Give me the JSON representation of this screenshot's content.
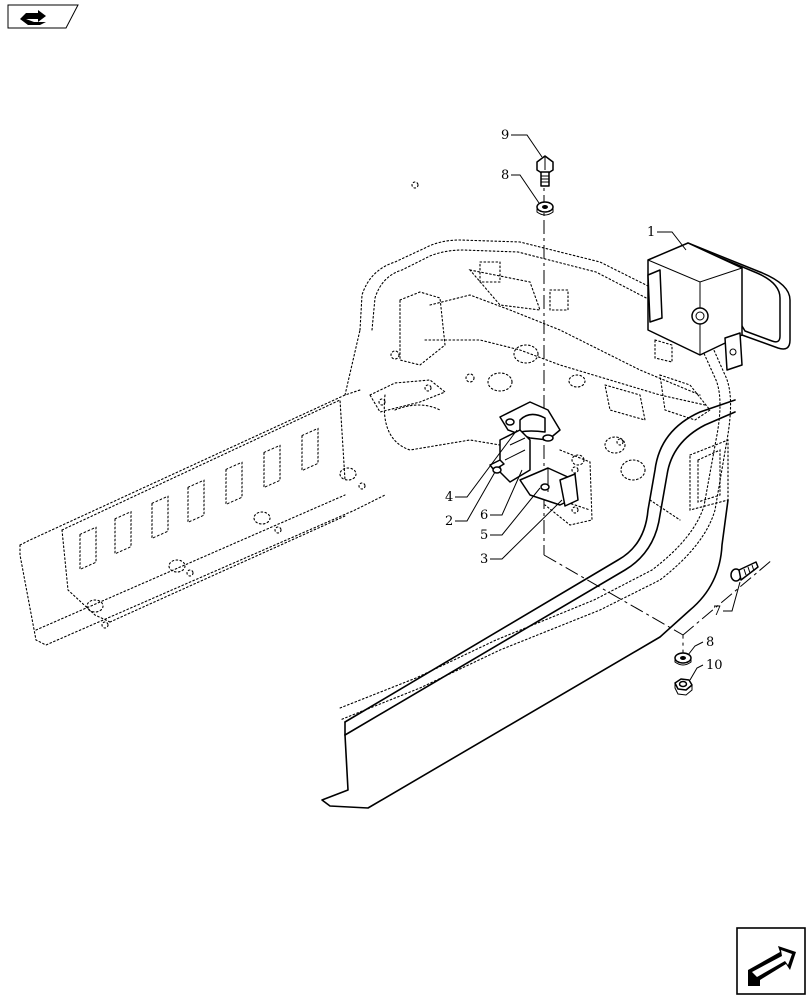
{
  "callouts": {
    "c1": "1",
    "c2": "2",
    "c3": "3",
    "c4": "4",
    "c5": "5",
    "c6": "6",
    "c7": "7",
    "c8a": "8",
    "c8b": "8",
    "c9": "9",
    "c10": "10"
  },
  "icons": {
    "top_left": "book-arrow-icon",
    "bottom_right": "next-page-arrow-icon"
  }
}
